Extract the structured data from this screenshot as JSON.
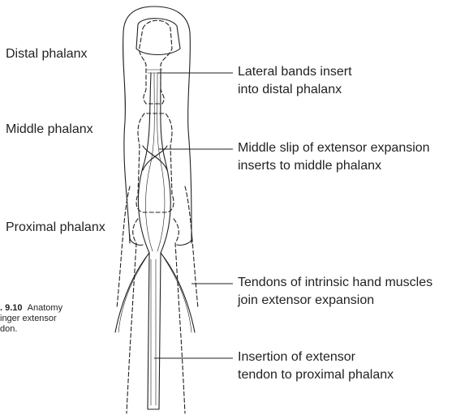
{
  "left_labels": {
    "distal": "Distal phalanx",
    "middle": "Middle phalanx",
    "proximal": "Proximal phalanx"
  },
  "callouts": [
    {
      "line1": "Lateral bands insert",
      "line2": "into distal phalanx"
    },
    {
      "line1": "Middle slip of extensor expansion",
      "line2": "inserts to middle phalanx"
    },
    {
      "line1": "Tendons of intrinsic hand muscles",
      "line2": "join extensor expansion"
    },
    {
      "line1": "Insertion of extensor",
      "line2": "tendon to proximal phalanx"
    }
  ],
  "caption": {
    "number": ". 9.10",
    "line1_rest": "Anatomy",
    "line2": "inger extensor",
    "line3": "don."
  }
}
